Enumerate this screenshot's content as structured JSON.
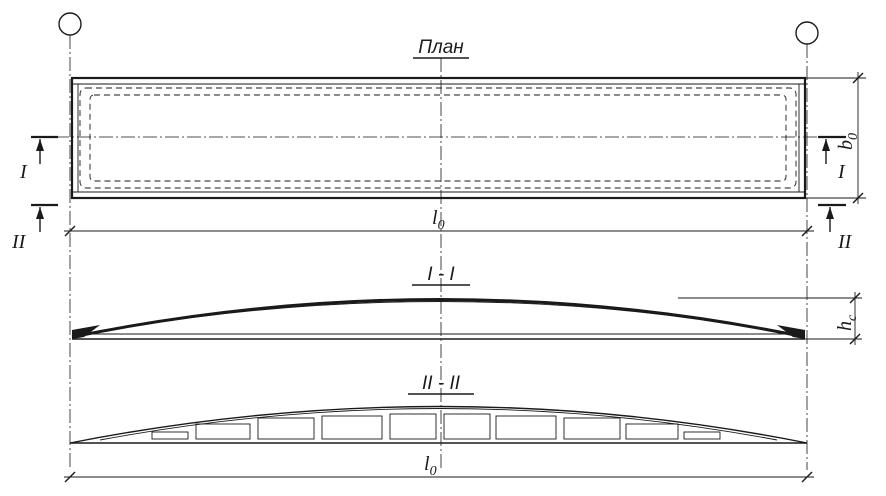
{
  "plan": {
    "title": "План",
    "dim_length": "l",
    "dim_length_sub": "0",
    "dim_width": "b",
    "dim_width_sub": "0",
    "section_mark_1": "I",
    "section_mark_2": "II"
  },
  "section_1": {
    "title": "I - I",
    "dim_height": "h",
    "dim_height_sub": "c"
  },
  "section_2": {
    "title": "II - II",
    "dim_length": "l",
    "dim_length_sub": "0"
  }
}
